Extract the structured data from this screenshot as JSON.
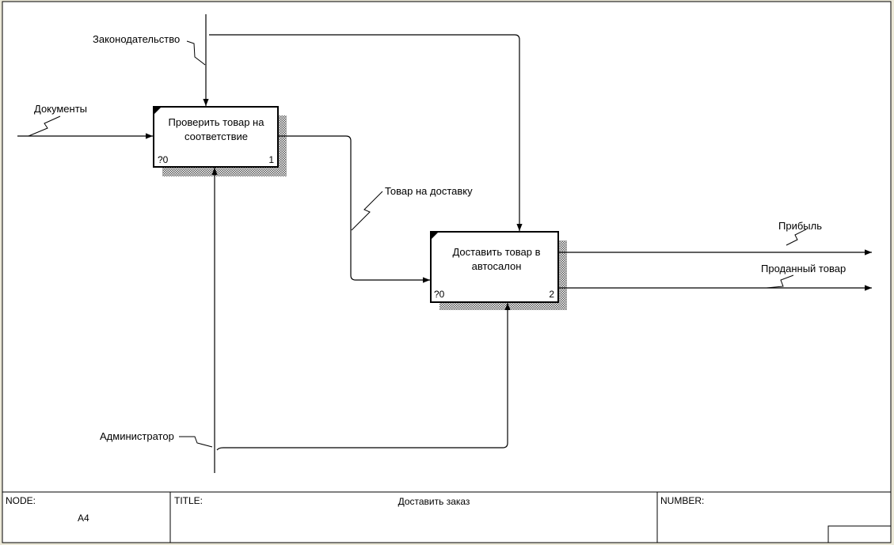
{
  "diagram": {
    "activities": [
      {
        "id": "a1",
        "lines": [
          "Проверить товар на",
          "соответствие"
        ],
        "cost": "?0",
        "number": "1"
      },
      {
        "id": "a2",
        "lines": [
          "Доставить товар в",
          "автосалон"
        ],
        "cost": "?0",
        "number": "2"
      }
    ],
    "arrows": {
      "control_law": "Законодательство",
      "input_docs": "Документы",
      "link_goods": "Товар на доставку",
      "output_profit": "Прибыль",
      "output_sold": "Проданный товар",
      "mechanism_admin": "Администратор"
    }
  },
  "frame": {
    "node_label": "NODE:",
    "node_value": "A4",
    "title_label": "TITLE:",
    "title_value": "Доставить заказ",
    "number_label": "NUMBER:"
  }
}
